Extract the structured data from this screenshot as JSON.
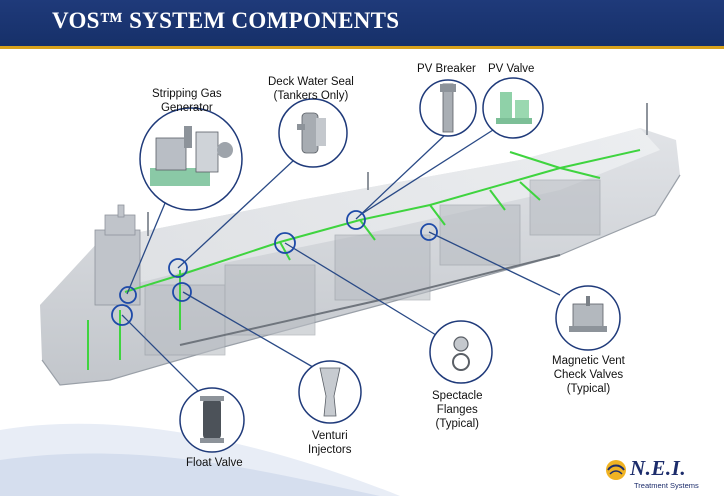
{
  "header": {
    "title": "VOS™ SYSTEM COMPONENTS"
  },
  "callouts": {
    "stripping_gas_generator": "Stripping Gas\nGenerator",
    "deck_water_seal": "Deck Water Seal\n(Tankers Only)",
    "pv_breaker": "PV Breaker",
    "pv_valve": "PV Valve",
    "magnetic_vent_check_valves": "Magnetic Vent\nCheck Valves\n(Typical)",
    "spectacle_flanges": "Spectacle\nFlanges\n(Typical)",
    "venturi_injectors": "Venturi\nInjectors",
    "float_valve": "Float Valve"
  },
  "logo": {
    "name": "N.E.I.",
    "tagline": "Treatment Systems"
  },
  "colors": {
    "header_bg": "#1f3a7a",
    "header_accent": "#d9a21b",
    "callout_ring": "#2a4a86",
    "pipe_green": "#3fd43f",
    "hull_gray": "#c9cdd2"
  }
}
